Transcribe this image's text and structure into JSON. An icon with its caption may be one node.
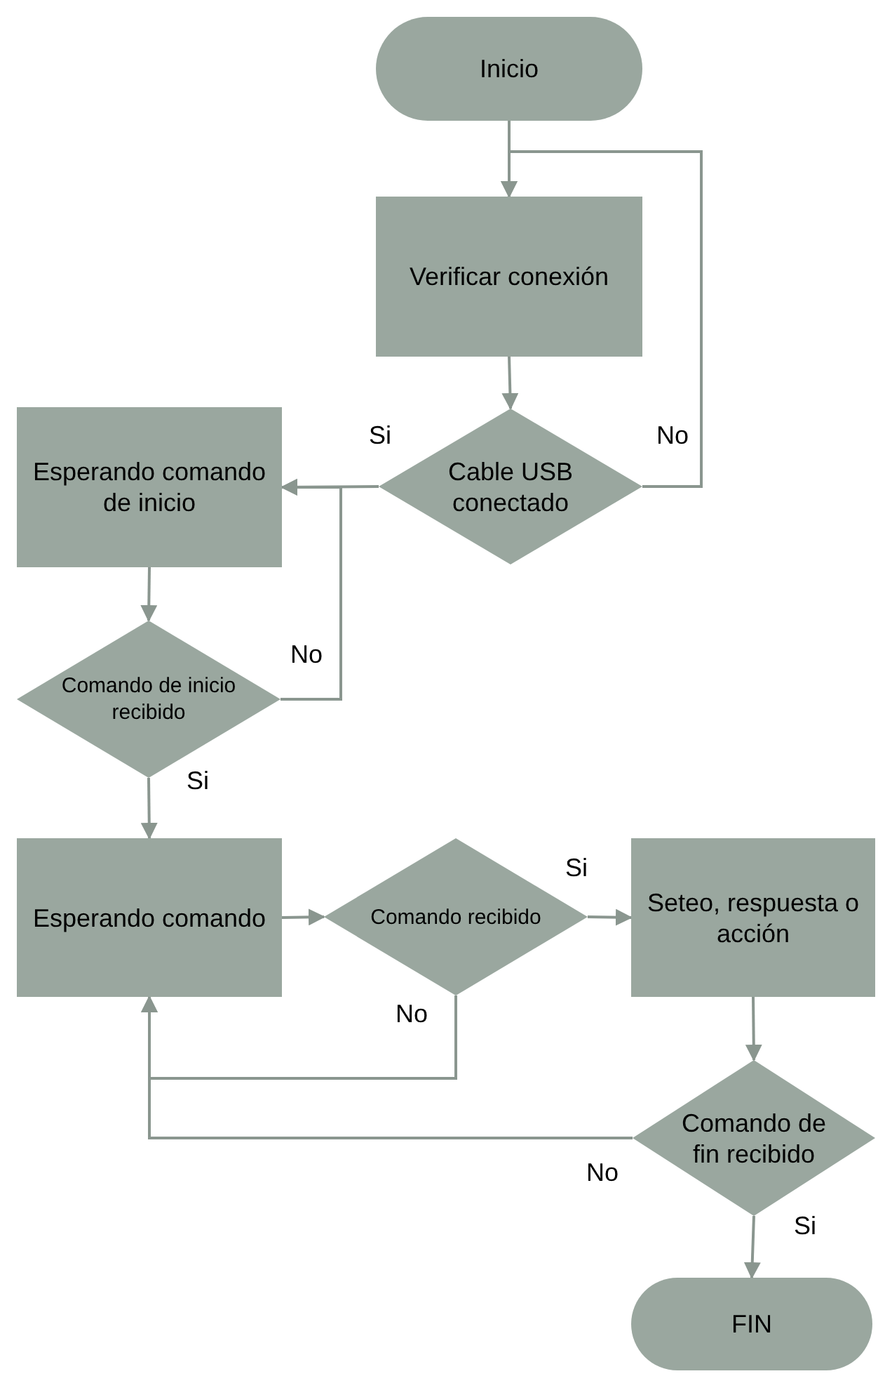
{
  "diagram": {
    "nodes": [
      {
        "text": [
          "Inicio"
        ]
      },
      {
        "text": [
          "Verificar conexión"
        ]
      },
      {
        "text": [
          "Cable USB conectado"
        ]
      },
      {
        "text": [
          "Esperando comando de inicio"
        ]
      },
      {
        "text": [
          "Comando de inicio recibido"
        ]
      },
      {
        "text": [
          "Esperando comando"
        ]
      },
      {
        "text": [
          "Comando recibido"
        ]
      },
      {
        "text": [
          "Seteo, respuesta o acción"
        ]
      },
      {
        "text": [
          "Comando de fin recibido"
        ]
      },
      {
        "text": [
          "FIN"
        ]
      }
    ],
    "edges": [
      {
        "from": 0,
        "to": 1,
        "arrow": "to"
      },
      {
        "from": 1,
        "to": 2,
        "arrow": "to"
      },
      {
        "from": 2,
        "to": 1,
        "arrow": "to",
        "label": "No"
      },
      {
        "from": 2,
        "to": 3,
        "arrow": "to",
        "label": "Si"
      },
      {
        "from": 3,
        "to": 4,
        "arrow": "to"
      },
      {
        "from": 4,
        "to": 3,
        "arrow": "to",
        "label": "No"
      },
      {
        "from": 4,
        "to": 5,
        "arrow": "to",
        "label": "Si"
      },
      {
        "from": 5,
        "to": 6,
        "arrow": "to"
      },
      {
        "from": 6,
        "to": 7,
        "arrow": "to",
        "label": "Si"
      },
      {
        "from": 6,
        "to": 5,
        "arrow": "to",
        "label": "No"
      },
      {
        "from": 7,
        "to": 8,
        "arrow": "to"
      },
      {
        "from": 8,
        "to": 5,
        "arrow": "to",
        "label": "No"
      },
      {
        "from": 8,
        "to": 9,
        "arrow": "to",
        "label": "Si"
      }
    ]
  }
}
